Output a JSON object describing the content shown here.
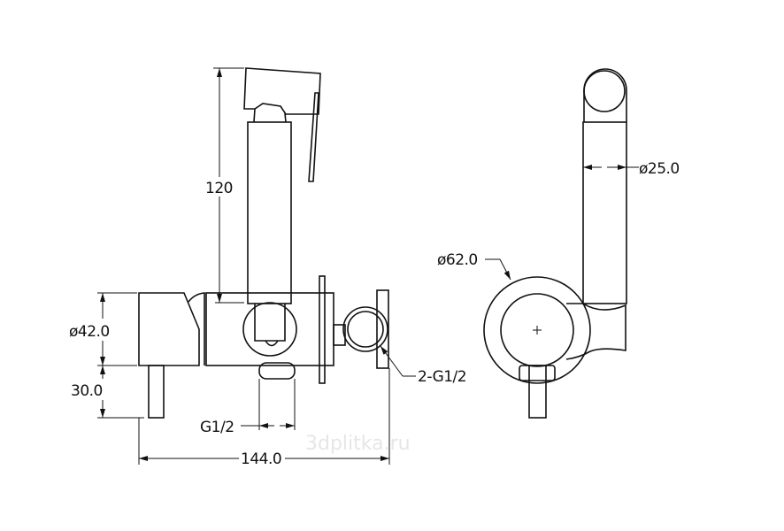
{
  "drawing": {
    "watermark": "3dplitka.ru",
    "side_view": {
      "dim_height": "120",
      "dim_body_diameter": "ø42.0",
      "dim_lever": "30.0",
      "dim_outlet_thread": "G1/2",
      "dim_total_length": "144.0",
      "dim_inlet_thread": "2-G1/2"
    },
    "front_view": {
      "dim_hose_diameter": "ø25.0",
      "dim_flange_diameter": "ø62.0"
    }
  }
}
